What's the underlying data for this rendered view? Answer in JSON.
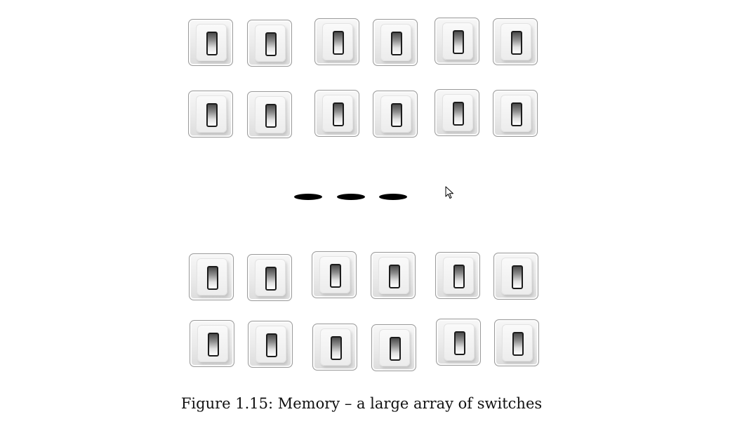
{
  "figure": {
    "caption": "Figure 1.15: Memory – a large array of switches"
  },
  "switch_groups": [
    {
      "name": "top-block",
      "rows": 2,
      "cols": 6,
      "icon": "light-switch-icon"
    },
    {
      "name": "bottom-block",
      "rows": 2,
      "cols": 6,
      "icon": "light-switch-icon"
    }
  ],
  "ellipsis": {
    "dash_count": 3,
    "icon": "dash-icon"
  },
  "cursor": {
    "icon": "mouse-pointer-icon"
  }
}
